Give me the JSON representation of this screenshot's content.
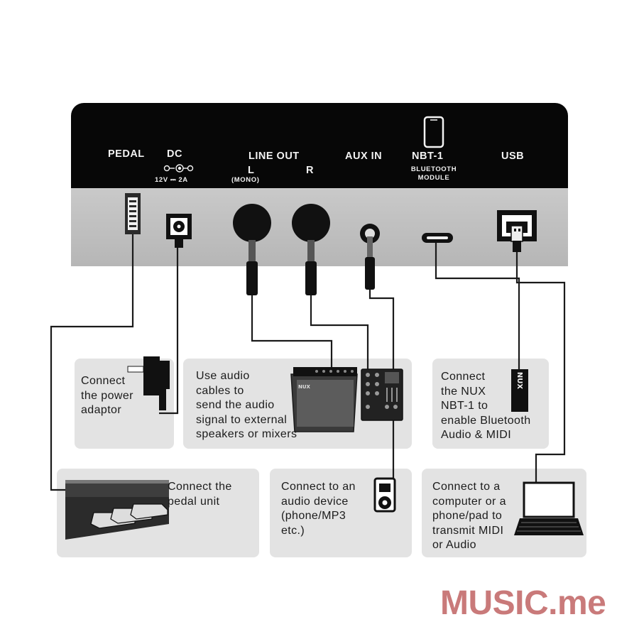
{
  "panel": {
    "pedal": "PEDAL",
    "dc": "DC",
    "dc_rating": "12V ⎓ 2A",
    "line_out": "LINE OUT",
    "left": "L",
    "right": "R",
    "mono": "(MONO)",
    "aux_in": "AUX IN",
    "nbt": "NBT-1",
    "bt_module_1": "BLUETOOTH",
    "bt_module_2": "MODULE",
    "usb": "USB"
  },
  "captions": {
    "power": "Connect\nthe power\nadaptor",
    "audio_out": "Use audio\ncables to\nsend the audio\nsignal to external\nspeakers or mixers",
    "bluetooth": "Connect\nthe NUX\nNBT-1 to\nenable Bluetooth\nAudio & MIDI",
    "pedal": "Connect the\npedal unit",
    "aux": "Connect to an\naudio device\n(phone/MP3\netc.)",
    "usb": "Connect to a\ncomputer or a\nphone/pad to\ntransmit MIDI\nor Audio"
  },
  "devices": {
    "amp_logo": "NUX",
    "dongle_logo": "NUX"
  },
  "brand": "MUSIC.me",
  "colors": {
    "panel_black": "#070707",
    "panel_grey": "#bdbdbd",
    "box_grey": "#e3e3e3",
    "brand": "#c97a7a"
  }
}
